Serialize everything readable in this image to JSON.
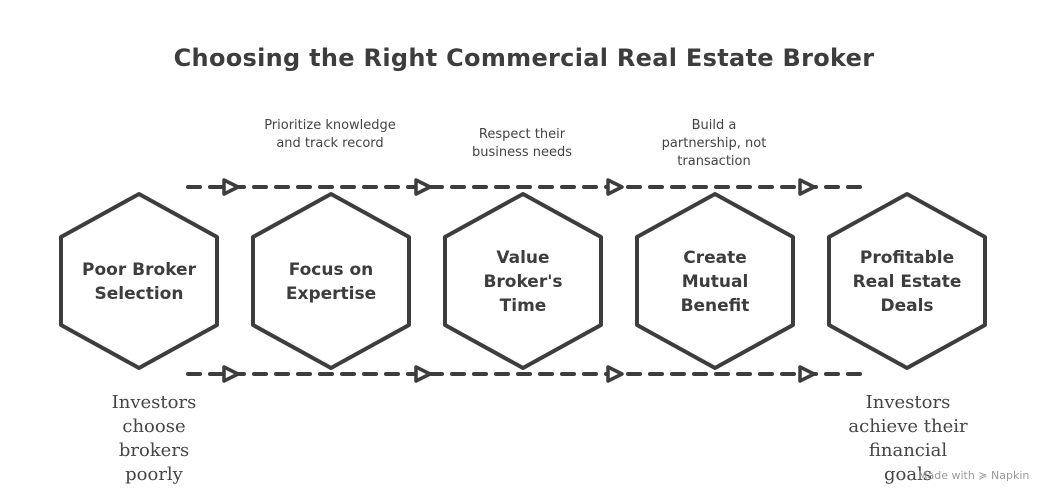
{
  "title": "Choosing the Right Commercial Real Estate Broker",
  "stages": [
    {
      "label": "Poor Broker Selection"
    },
    {
      "label": "Focus on Expertise"
    },
    {
      "label": "Value Broker's Time"
    },
    {
      "label": "Create Mutual Benefit"
    },
    {
      "label": "Profitable Real Estate Deals"
    }
  ],
  "transitions": [
    {
      "note": "Prioritize knowledge and track record"
    },
    {
      "note": "Respect their business needs"
    },
    {
      "note": "Build a partnership, not transaction"
    }
  ],
  "start_note": "Investors choose brokers poorly",
  "end_note": "Investors achieve their financial goals",
  "watermark": "Made with ≽ Napkin",
  "colors": {
    "stroke": "#3d3d3d",
    "background": "#ffffff"
  }
}
